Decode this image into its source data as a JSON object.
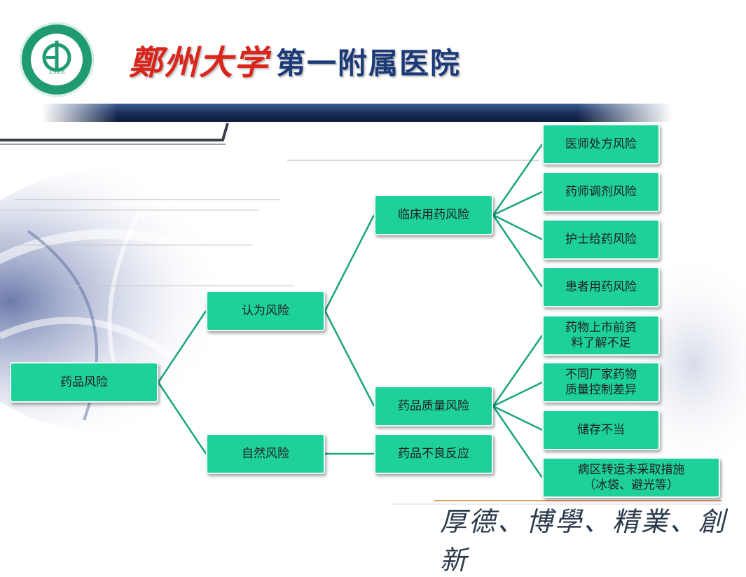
{
  "header": {
    "logo_year": "1928",
    "title_university": "鄭州大学",
    "title_hospital": "第一附属医院"
  },
  "diagram": {
    "root": "药品风险",
    "level1": [
      "认为风险",
      "自然风险"
    ],
    "level2": [
      "临床用药风险",
      "药品质量风险",
      "药品不良反应"
    ],
    "clinical_leaves": [
      "医师处方风险",
      "药师调剂风险",
      "护士给药风险",
      "患者用药风险"
    ],
    "quality_leaves": [
      "药物上市前资\n料了解不足",
      "不同厂家药物\n质量控制差异",
      "储存不当",
      "病区转运未采取措施\n（冰袋、避光等）"
    ],
    "connector_color": "#1aa57e",
    "node_color": "#1ed19a"
  },
  "footer": {
    "motto": "厚德、博學、精業、創新"
  }
}
